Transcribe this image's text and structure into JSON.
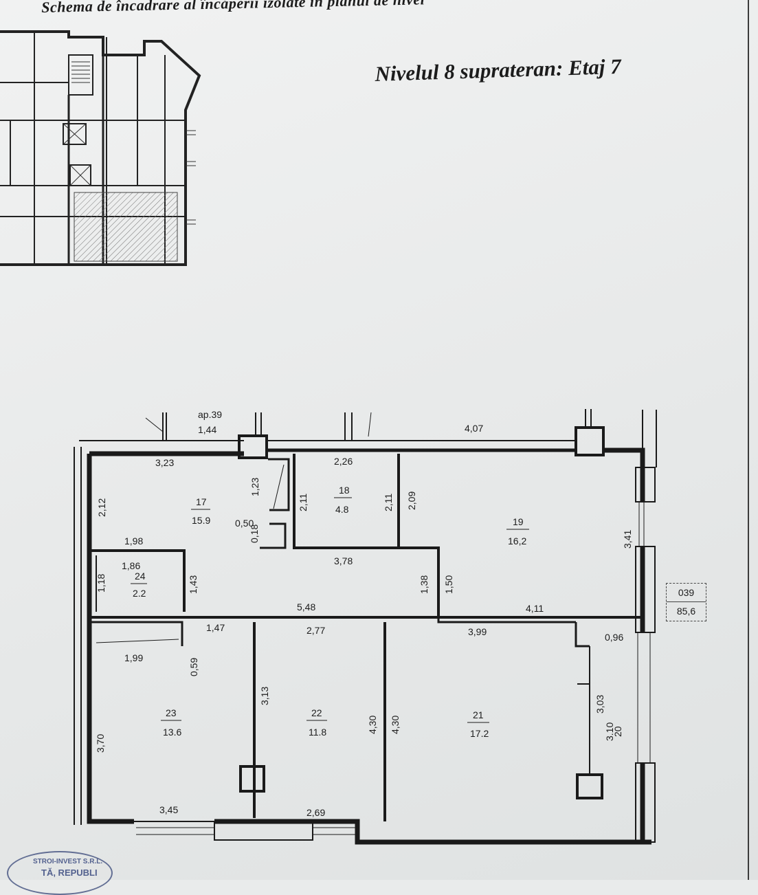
{
  "header": {
    "title": "Schema de încadrare al încăperii izolate în planul de nivel",
    "level": "Nivelul 8 suprateran: Etaj 7"
  },
  "apartment": {
    "label": "ap.39"
  },
  "rooms": [
    {
      "num": "17",
      "area": "15.9"
    },
    {
      "num": "18",
      "area": "4.8"
    },
    {
      "num": "19",
      "area": "16,2"
    },
    {
      "num": "21",
      "area": "17.2"
    },
    {
      "num": "22",
      "area": "11.8"
    },
    {
      "num": "23",
      "area": "13.6"
    },
    {
      "num": "24",
      "area": "2.2"
    },
    {
      "num": "20",
      "area": "3.10"
    }
  ],
  "dimensions": {
    "d144": "1,44",
    "d407": "4,07",
    "d323": "3,23",
    "d226": "2,26",
    "d212": "2,12",
    "d123": "1,23",
    "d211a": "2,11",
    "d211b": "2,11",
    "d209": "2,09",
    "d050": "0,50",
    "d018": "0,18",
    "d198": "1,98",
    "d186": "1,86",
    "d118": "1,18",
    "d143": "1,43",
    "d378": "3,78",
    "d138": "1,38",
    "d150": "1,50",
    "d341": "3,41",
    "d548": "5,48",
    "d411": "4,11",
    "d147": "1,47",
    "d277": "2,77",
    "d399": "3,99",
    "d096": "0,96",
    "d199": "1,99",
    "d059": "0,59",
    "d313": "3,13",
    "d430a": "4,30",
    "d430b": "4,30",
    "d303": "3,03",
    "d370": "3,70",
    "d345": "3,45",
    "d269": "2,69"
  },
  "area_box": {
    "code": "039",
    "total": "85,6"
  },
  "stamp": {
    "line1": "STROI-INVEST S.R.L.",
    "line2": "TĂ, REPUBLI"
  }
}
